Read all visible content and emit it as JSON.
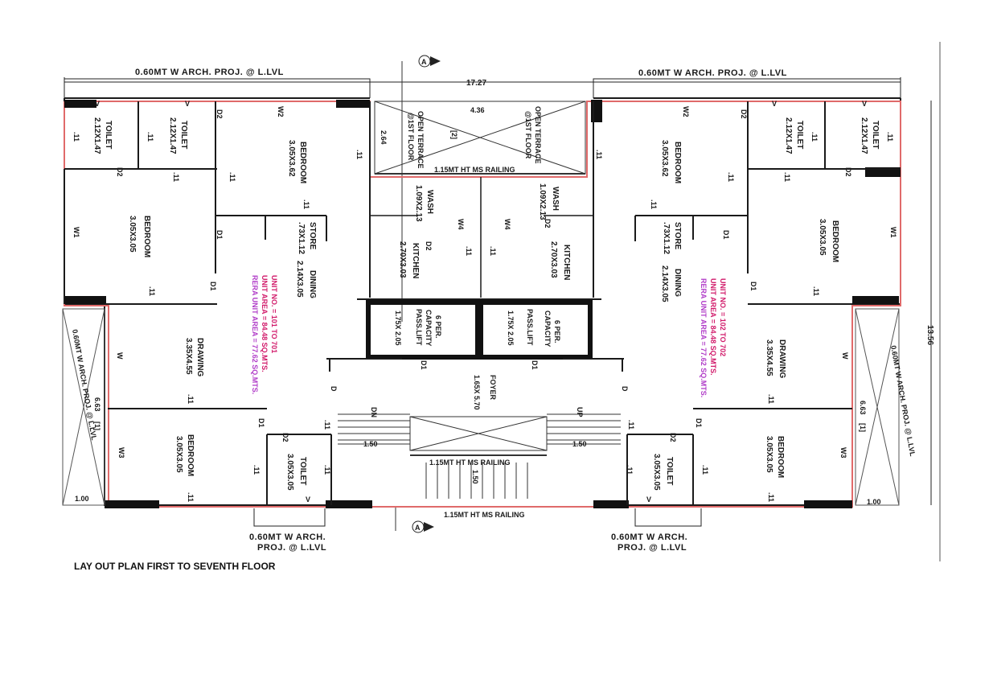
{
  "caption": "LAY OUT PLAN FIRST TO SEVENTH FLOOR",
  "colors": {
    "wall": "#1a1a1a",
    "unit_boundary": "#e06a6a",
    "unit_no": "#d11a6a",
    "rera": "#b03cc8"
  },
  "section_marker": {
    "label": "A"
  },
  "dimensions": {
    "overall_width": "17.27",
    "overall_depth": "13.56",
    "terrace_width": "4.36",
    "terrace_depth": "2.64",
    "stair_left": "1.50",
    "stair_right": "1.50",
    "stair_center": "1.50",
    "side_left": "6.63",
    "side_right": "6.63",
    "projection_left": "1.00",
    "projection_right": "1.00",
    "terrace_ref": "[2]",
    "side_ref": "[1]"
  },
  "projections": {
    "top_left": "0.60MT W ARCH. PROJ. @ L.LVL",
    "top_right": "0.60MT W ARCH. PROJ. @ L.LVL",
    "left_side": "0.60MT W ARCH. PROJ. @ L.LVL",
    "right_side": "0.60MT W ARCH. PROJ. @ L.LVL",
    "bottom_left_1": "0.60MT W ARCH.",
    "bottom_left_2": "PROJ. @ L.LVL",
    "bottom_right_1": "0.60MT W ARCH.",
    "bottom_right_2": "PROJ. @ L.LVL"
  },
  "railing": {
    "terrace": "1.15MT HT MS RAILING",
    "stair": "1.15MT HT MS RAILING",
    "front": "1.15MT HT MS RAILING"
  },
  "terraces": [
    {
      "name": "OPEN TERRACE",
      "level": "@1ST FLOOR"
    },
    {
      "name": "OPEN TERRACE",
      "level": "@1ST FLOOR"
    }
  ],
  "core": {
    "lift_1": {
      "line1": "6 PER.",
      "line2": "CAPACITY",
      "line3": "PASS.LIFT",
      "size": "1.75X 2.05"
    },
    "lift_2": {
      "line1": "6 PER.",
      "line2": "CAPACITY",
      "line3": "PASS.LIFT",
      "size": "1.75X 2.05"
    },
    "foyer": {
      "name": "FOYER",
      "size": "1.65X 5.70"
    },
    "stair_dn": "DN",
    "stair_up": "UP"
  },
  "left_unit": {
    "toilet_1": {
      "name": "TOILET",
      "size": "2.12X1.47"
    },
    "toilet_2": {
      "name": "TOILET",
      "size": "2.12X1.47"
    },
    "bedroom_top": {
      "name": "BEDROOM",
      "size": "3.05X3.62"
    },
    "bedroom_left": {
      "name": "BEDROOM",
      "size": "3.05X3.05"
    },
    "store": {
      "name": "STORE",
      "size": ".73X1.12"
    },
    "dining": {
      "name": "DINING",
      "size": "2.14X3.05"
    },
    "wash": {
      "name": "WASH",
      "size": "1.09X2.13"
    },
    "kitchen": {
      "name": "KITCHEN",
      "size": "2.70X3.03"
    },
    "drawing": {
      "name": "DRAWING",
      "size": "3.35X4.55"
    },
    "bedroom_bottom": {
      "name": "BEDROOM",
      "size": "3.05X3.05"
    },
    "toilet_3": {
      "name": "TOILET",
      "size": "3.05X3.05"
    },
    "unit_no": "UNIT NO. = 101 TO 701",
    "unit_area": "UNIT AREA = 84.48 SQ.MTS.",
    "rera_area": "RERA UNIT AREA = 77.62 SQ.MTS."
  },
  "right_unit": {
    "toilet_1": {
      "name": "TOILET",
      "size": "2.12X1.47"
    },
    "toilet_2": {
      "name": "TOILET",
      "size": "2.12X1.47"
    },
    "bedroom_top": {
      "name": "BEDROOM",
      "size": "3.05X3.62"
    },
    "bedroom_right": {
      "name": "BEDROOM",
      "size": "3.05X3.05"
    },
    "store": {
      "name": "STORE",
      "size": ".73X1.12"
    },
    "dining": {
      "name": "DINING",
      "size": "2.14X3.05"
    },
    "wash": {
      "name": "WASH",
      "size": "1.09X2.13"
    },
    "kitchen": {
      "name": "KITCHEN",
      "size": "2.70X3.03"
    },
    "drawing": {
      "name": "DRAWING",
      "size": "3.35X4.55"
    },
    "bedroom_bottom": {
      "name": "BEDROOM",
      "size": "3.05X3.05"
    },
    "toilet_3": {
      "name": "TOILET",
      "size": "3.05X3.05"
    },
    "unit_no": "UNIT NO. = 102 TO 702",
    "unit_area": "UNIT AREA = 84.48 SQ.MTS.",
    "rera_area": "RERA UNIT AREA = 77.62 SQ.MTS."
  },
  "openings": {
    "d1": "D1",
    "d2": "D2",
    "d": "D",
    "v": "V",
    "w": "W",
    "w1": "W1",
    "w2": "W2",
    "w3": "W3",
    "w4": "W4",
    "sill": ".11"
  }
}
